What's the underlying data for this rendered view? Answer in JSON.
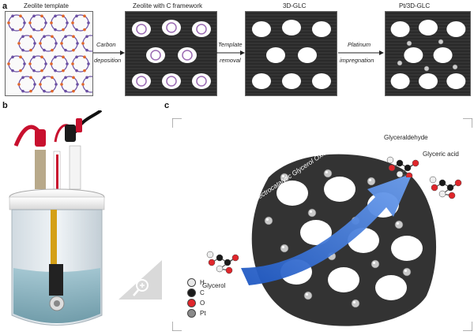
{
  "panel_a": {
    "letter": "a",
    "boxes": [
      "Zeolite template",
      "Zeolite with C framework",
      "3D-GLC",
      "Pt/3D-GLC"
    ],
    "arrows": [
      {
        "line1": "Carbon",
        "line2": "deposition"
      },
      {
        "line1": "Template",
        "line2": "removal"
      },
      {
        "line1": "Platinum",
        "line2": "impregnation"
      }
    ]
  },
  "panel_b": {
    "letter": "b"
  },
  "panel_c": {
    "letter": "c",
    "reaction_label": "Electrocatalytic Glycerol Oxidation Reaction",
    "molecules": [
      "Glycerol",
      "Glyceraldehyde",
      "Glyceric acid"
    ],
    "legend": [
      {
        "symbol": "H",
        "color": "#e8e8e8"
      },
      {
        "symbol": "C",
        "color": "#1a1a1a"
      },
      {
        "symbol": "O",
        "color": "#e0262b"
      },
      {
        "symbol": "Pt",
        "color": "#8a8a8a"
      }
    ]
  },
  "colors": {
    "accent_blue": "#2f6fd6",
    "carbon": "#2a2a2a",
    "oxygen": "#e0262b"
  },
  "icons": {
    "zoom": "zoom-in-icon"
  }
}
